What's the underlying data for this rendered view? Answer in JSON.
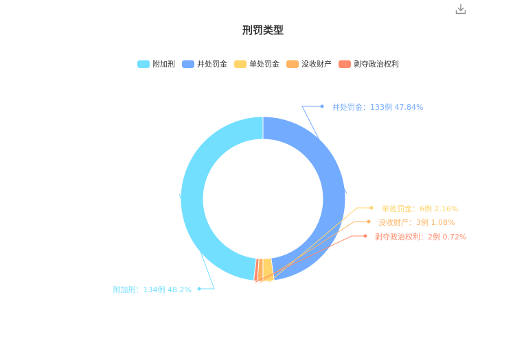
{
  "toolbar": {
    "download_icon": "download-icon"
  },
  "chart_data": {
    "type": "pie",
    "title": "刑罚类型",
    "legend_position": "top",
    "slices": [
      {
        "name": "附加刑",
        "value": 134,
        "percent": "48.2%",
        "label": "附加刑：134例  48.2%",
        "color": "#73DFFF"
      },
      {
        "name": "并处罚金",
        "value": 133,
        "percent": "47.84%",
        "label": "并处罚金：133例  47.84%",
        "color": "#73ABFF"
      },
      {
        "name": "单处罚金",
        "value": 6,
        "percent": "2.16%",
        "label": "单处罚金：6例  2.16%",
        "color": "#FFD46B"
      },
      {
        "name": "没收财产",
        "value": 3,
        "percent": "1.08%",
        "label": "没收财产：3例  1.08%",
        "color": "#FFB463"
      },
      {
        "name": "剥夺政治权利",
        "value": 2,
        "percent": "0.72%",
        "label": "剥夺政治权利：2例  0.72%",
        "color": "#FF8A6B"
      }
    ]
  }
}
